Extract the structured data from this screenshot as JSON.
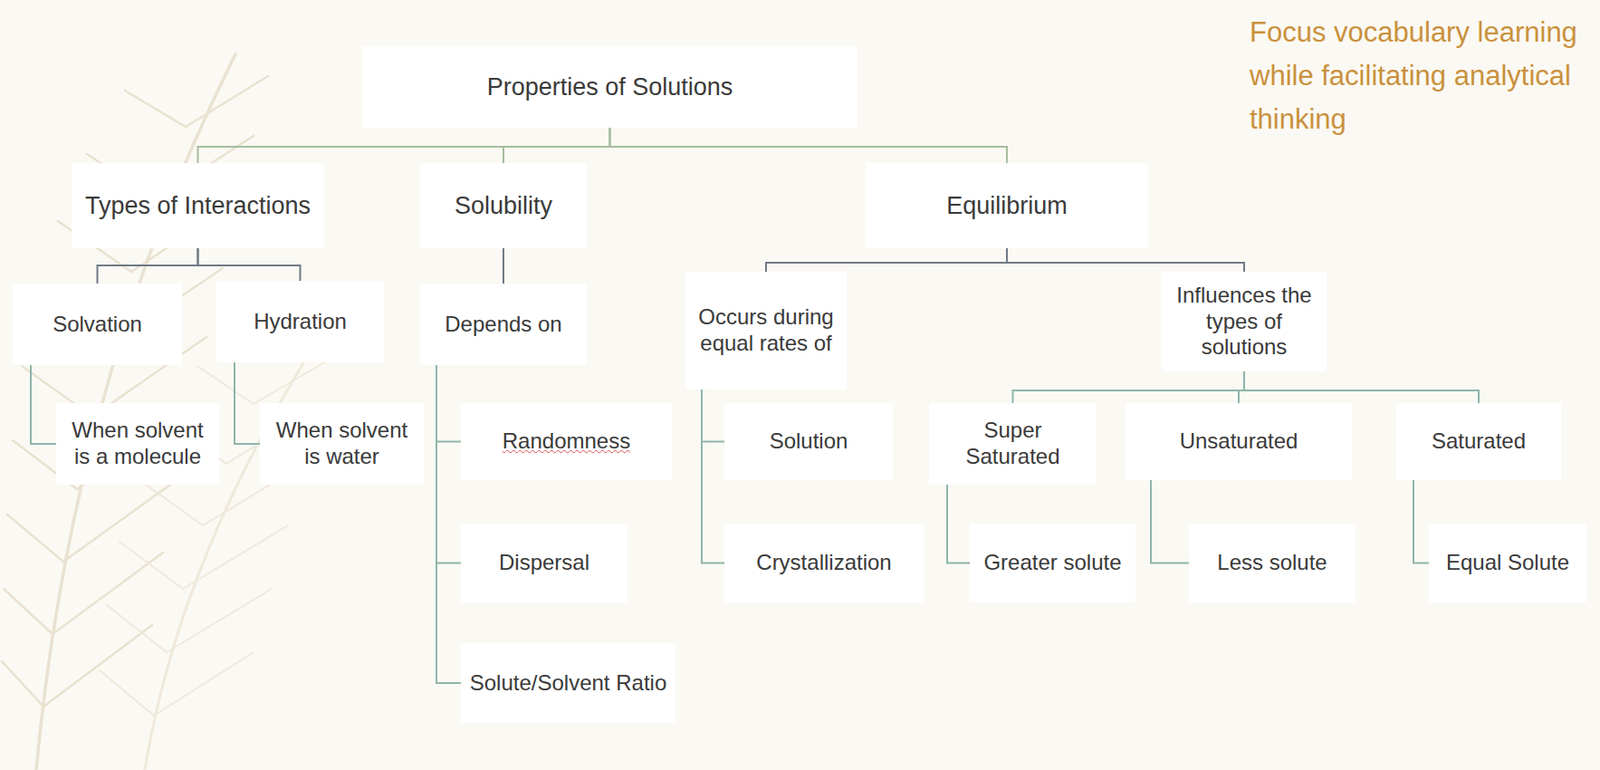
{
  "diagram": {
    "nodes": [
      {
        "text": [
          "Properties of Solutions"
        ]
      },
      {
        "text": [
          "Types of Interactions"
        ]
      },
      {
        "text": [
          "Solubility"
        ]
      },
      {
        "text": [
          "Equilibrium"
        ]
      },
      {
        "text": [
          "Solvation"
        ]
      },
      {
        "text": [
          "Hydration"
        ]
      },
      {
        "text": [
          "When solvent is a molecule"
        ]
      },
      {
        "text": [
          "When solvent is water"
        ]
      },
      {
        "text": [
          "Depends on"
        ]
      },
      {
        "text": [
          "Randomness"
        ]
      },
      {
        "text": [
          "Dispersal"
        ]
      },
      {
        "text": [
          "Solute/Solvent Ratio"
        ]
      },
      {
        "text": [
          "Occurs during equal rates of"
        ]
      },
      {
        "text": [
          "Influences the types of solutions"
        ]
      },
      {
        "text": [
          "Solution"
        ]
      },
      {
        "text": [
          "Crystallization"
        ]
      },
      {
        "text": [
          "Super Saturated"
        ]
      },
      {
        "text": [
          "Unsaturated"
        ]
      },
      {
        "text": [
          "Saturated"
        ]
      },
      {
        "text": [
          "Greater solute"
        ]
      },
      {
        "text": [
          "Less solute"
        ]
      },
      {
        "text": [
          "Equal Solute"
        ]
      }
    ],
    "edges": [
      {
        "from": 0,
        "to": 1,
        "arrow": "none"
      },
      {
        "from": 0,
        "to": 2,
        "arrow": "none"
      },
      {
        "from": 0,
        "to": 3,
        "arrow": "none"
      },
      {
        "from": 1,
        "to": 4,
        "arrow": "none"
      },
      {
        "from": 1,
        "to": 5,
        "arrow": "none"
      },
      {
        "from": 4,
        "to": 6,
        "arrow": "none"
      },
      {
        "from": 5,
        "to": 7,
        "arrow": "none"
      },
      {
        "from": 2,
        "to": 8,
        "arrow": "none"
      },
      {
        "from": 8,
        "to": 9,
        "arrow": "none"
      },
      {
        "from": 8,
        "to": 10,
        "arrow": "none"
      },
      {
        "from": 8,
        "to": 11,
        "arrow": "none"
      },
      {
        "from": 3,
        "to": 12,
        "arrow": "none"
      },
      {
        "from": 3,
        "to": 13,
        "arrow": "none"
      },
      {
        "from": 12,
        "to": 14,
        "arrow": "none"
      },
      {
        "from": 12,
        "to": 15,
        "arrow": "none"
      },
      {
        "from": 13,
        "to": 16,
        "arrow": "none"
      },
      {
        "from": 13,
        "to": 17,
        "arrow": "none"
      },
      {
        "from": 13,
        "to": 18,
        "arrow": "none"
      },
      {
        "from": 16,
        "to": 19,
        "arrow": "none"
      },
      {
        "from": 17,
        "to": 20,
        "arrow": "none"
      },
      {
        "from": 18,
        "to": 21,
        "arrow": "none"
      }
    ],
    "labels": [
      "Focus vocabulary learning while facilitating analytical thinking"
    ]
  }
}
